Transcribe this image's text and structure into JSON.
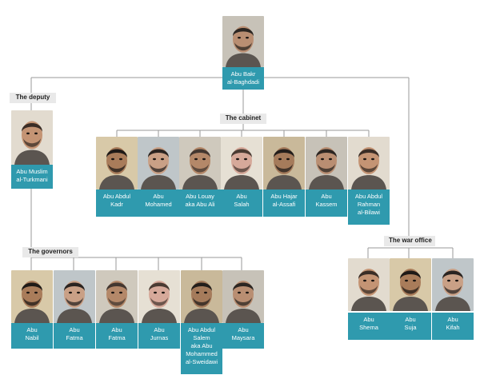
{
  "colors": {
    "tag_bg": "#2f9aae",
    "tag_text": "#ffffff",
    "header_bg": "#e9e9e9",
    "connector": "#9a9a9a"
  },
  "leader": {
    "line1": "Abu Bakr",
    "line2": "al-Baghdadi"
  },
  "deputy": {
    "header": "The deputy",
    "person": {
      "line1": "Abu Muslim",
      "line2": "al-Turkmani"
    }
  },
  "cabinet": {
    "header": "The cabinet",
    "members": [
      {
        "lines": [
          "Abu Abdul",
          "Kadr"
        ]
      },
      {
        "lines": [
          "Abu",
          "Mohamed"
        ]
      },
      {
        "lines": [
          "Abu Louay",
          "aka Abu Ali"
        ]
      },
      {
        "lines": [
          "Abu",
          "Salah"
        ]
      },
      {
        "lines": [
          "Abu Hajar",
          "al-Assafi"
        ]
      },
      {
        "lines": [
          "Abu",
          "Kassem"
        ]
      },
      {
        "lines": [
          "Abu Abdul",
          "Rahman",
          "al-Bilawi"
        ]
      }
    ]
  },
  "governors": {
    "header": "The governors",
    "members": [
      {
        "lines": [
          "Abu",
          "Nabil"
        ]
      },
      {
        "lines": [
          "Abu",
          "Fatma"
        ]
      },
      {
        "lines": [
          "Abu",
          "Fatma"
        ]
      },
      {
        "lines": [
          "Abu",
          "Jurnas"
        ]
      },
      {
        "lines": [
          "Abu Abdul",
          "Salem",
          "aka Abu",
          "Mohammed",
          "al-Sweidawi"
        ]
      },
      {
        "lines": [
          "Abu",
          "Maysara"
        ]
      }
    ]
  },
  "war_office": {
    "header": "The war office",
    "members": [
      {
        "lines": [
          "Abu",
          "Shema"
        ]
      },
      {
        "lines": [
          "Abu",
          "Suja"
        ]
      },
      {
        "lines": [
          "Abu",
          "Kifah"
        ]
      }
    ]
  }
}
